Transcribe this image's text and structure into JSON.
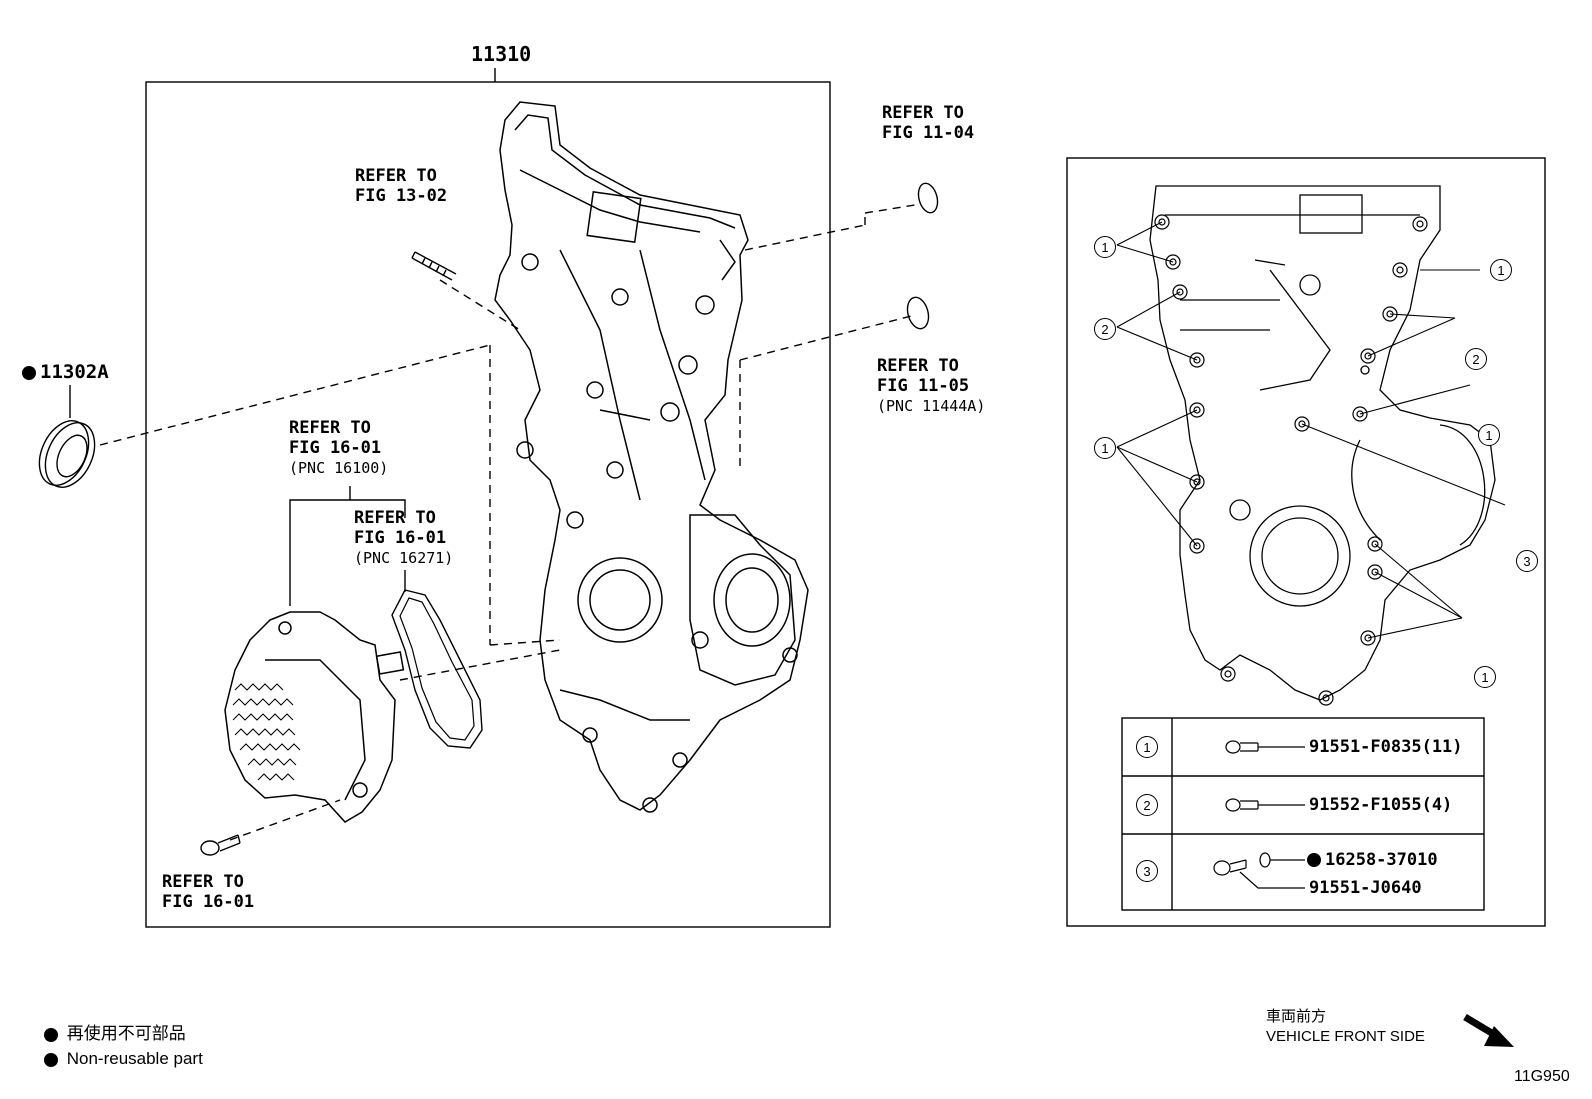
{
  "main_part_number": "11310",
  "seal": {
    "part": "11302A"
  },
  "refs": {
    "fig_13_02": [
      "REFER TO",
      "FIG 13-02"
    ],
    "fig_11_04": [
      "REFER TO",
      "FIG 11-04"
    ],
    "fig_11_05": [
      "REFER TO",
      "FIG 11-05",
      "(PNC 11444A)"
    ],
    "fig_16_01_pump": [
      "REFER TO",
      "FIG 16-01",
      "(PNC 16100)"
    ],
    "fig_16_01_gasket": [
      "REFER TO",
      "FIG 16-01",
      "(PNC 16271)"
    ],
    "fig_16_01_bolt": [
      "REFER TO",
      "FIG 16-01"
    ]
  },
  "callouts": {
    "one": "1",
    "two": "2",
    "three": "3"
  },
  "bolt_table": [
    {
      "num": "1",
      "part": "91551-F0835(11)"
    },
    {
      "num": "2",
      "part": "91552-F1055(4)"
    },
    {
      "num": "3",
      "part_a": "16258-37010",
      "part_b": "91551-J0640"
    }
  ],
  "legend": {
    "jp": "再使用不可部品",
    "en": "Non-reusable part"
  },
  "direction": {
    "jp": "車両前方",
    "en": "VEHICLE FRONT SIDE"
  },
  "figure_id": "11G950"
}
